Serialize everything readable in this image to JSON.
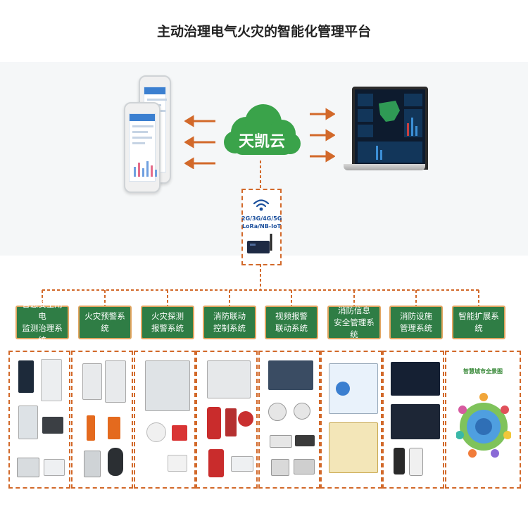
{
  "title": "主动治理电气火灾的智能化管理平台",
  "cloud_label": "天凯云",
  "gateway_lines": [
    "2G/3G/4G/5G",
    "LoRa/NB-IoT"
  ],
  "categories": [
    {
      "label": "智慧安全用电\n监测治理系统"
    },
    {
      "label": "火灾预警系统"
    },
    {
      "label": "火灾探测\n报警系统"
    },
    {
      "label": "消防联动\n控制系统"
    },
    {
      "label": "视频报警\n联动系统"
    },
    {
      "label": "消防信息\n安全管理系统"
    },
    {
      "label": "消防设施\n管理系统"
    },
    {
      "label": "智能扩展系统"
    }
  ],
  "extension_panel_title": "智慧城市全景图",
  "colors": {
    "arrow": "#d2692a",
    "category_bg": "#2f7d45",
    "category_border": "#e2a560",
    "cloud": "#3aa34a",
    "connector": "#d2692a"
  }
}
